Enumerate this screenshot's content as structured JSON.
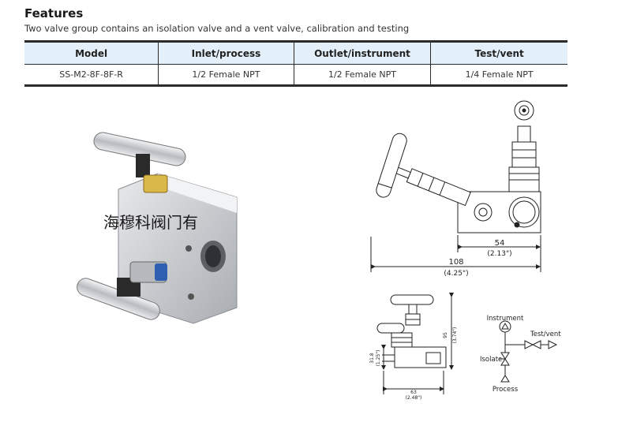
{
  "heading": "Features",
  "subheading": "Two valve group contains an isolation valve and a vent valve, calibration and testing",
  "table": {
    "headers": [
      "Model",
      "Inlet/process",
      "Outlet/instrument",
      "Test/vent"
    ],
    "row": [
      "SS-M2-8F-8F-R",
      "1/2 Female NPT",
      "1/2 Female NPT",
      "1/4 Female NPT"
    ]
  },
  "watermark": "海穆科阀门有",
  "side_drawing": {
    "dim_54": "54",
    "dim_54_in": "(2.13\")",
    "dim_108": "108",
    "dim_108_in": "(4.25\")"
  },
  "front_drawing": {
    "dim_95": "95",
    "dim_95_in": "(3.74\")",
    "dim_31": "31.8",
    "dim_31_in": "(1.25\")",
    "dim_63": "63",
    "dim_63_in": "(2.48\")"
  },
  "schematic": {
    "instrument": "Instrument",
    "test_vent": "Test/vent",
    "isolate": "Isolate",
    "process": "Process"
  },
  "colors": {
    "table_header_bg": "#e3f0f9",
    "steel": "#c9ccd0",
    "brass": "#d9b84a",
    "blue_tag": "#2e5fb0"
  }
}
